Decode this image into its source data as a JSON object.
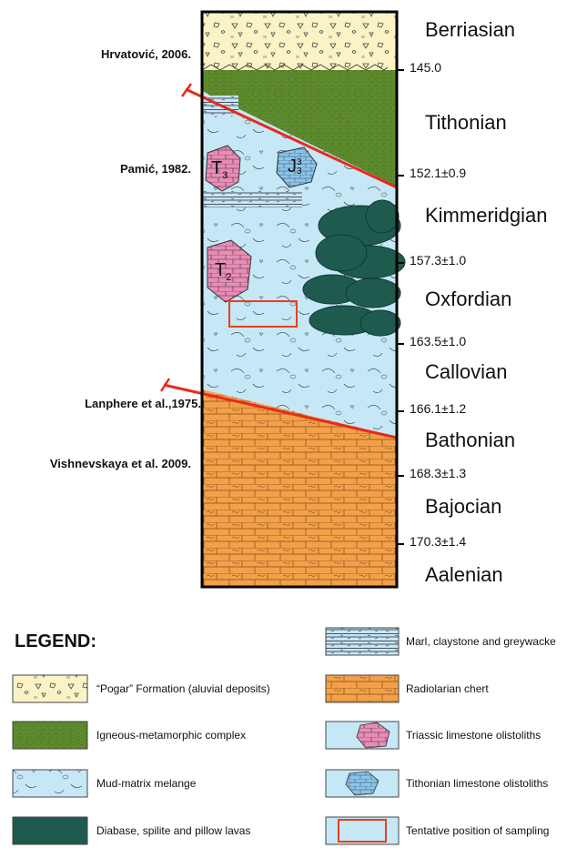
{
  "references": [
    {
      "text": "Hrvatović, 2006."
    },
    {
      "text": "Pamić, 1982."
    },
    {
      "text": "Lanphere et al.,1975."
    },
    {
      "text": "Vishnevskaya et al. 2009."
    }
  ],
  "stages": [
    {
      "name": "Berriasian"
    },
    {
      "name": "Tithonian"
    },
    {
      "name": "Kimmeridgian"
    },
    {
      "name": "Oxfordian"
    },
    {
      "name": "Callovian"
    },
    {
      "name": "Bathonian"
    },
    {
      "name": "Bajocian"
    },
    {
      "name": "Aalenian"
    }
  ],
  "ages": [
    {
      "text": "145.0"
    },
    {
      "text": "152.1±0.9"
    },
    {
      "text": "157.3±1.0"
    },
    {
      "text": "163.5±1.0"
    },
    {
      "text": "166.1±1.2"
    },
    {
      "text": "168.3±1.3"
    },
    {
      "text": "170.3±1.4"
    }
  ],
  "olistolith_labels": {
    "t3": "T",
    "t3_sub": "3",
    "j3": "J",
    "j3_sub": "3",
    "j3_sup": "3",
    "t2": "T",
    "t2_sub": "2"
  },
  "legend": {
    "title": "LEGEND:",
    "items": [
      {
        "label": "“Pogar” Formation (aluvial deposits)"
      },
      {
        "label": "Igneous-metamorphic complex"
      },
      {
        "label": "Mud-matrix melange"
      },
      {
        "label": "Diabase, spilite and pillow lavas"
      },
      {
        "label": "Marl, claystone and greywacke"
      },
      {
        "label": "Radiolarian chert"
      },
      {
        "label": "Triassic limestone olistoliths"
      },
      {
        "label": "Tithonian limestone olistoliths"
      },
      {
        "label": "Tentative position of sampling"
      }
    ]
  },
  "colors": {
    "alluvial": "#fbf3c6",
    "igneous": "#5e8a2e",
    "melange": "#c6e7f6",
    "diabase": "#1f5a4e",
    "chert": "#f2a14a",
    "triassic": "#e98cb6",
    "tithonian": "#8cc4e8",
    "fault": "#e8291c",
    "sampling": "#e8401c"
  }
}
